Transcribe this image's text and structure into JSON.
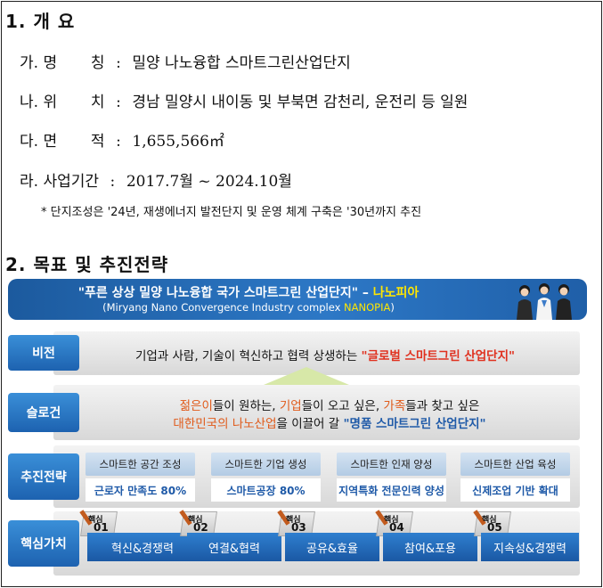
{
  "section1": {
    "heading": "1. 개 요",
    "items": [
      {
        "key": "가. 명       칭",
        "colon": ":",
        "value": "밀양 나노융합 스마트그린산업단지"
      },
      {
        "key": "나. 위       치",
        "colon": ":",
        "value": "경남 밀양시 내이동 및 부북면 감천리, 운전리 등 일원"
      },
      {
        "key": "다. 면       적",
        "colon": ":",
        "value": "1,655,566㎡"
      },
      {
        "key": "라. 사업기간",
        "colon": ":",
        "value": "2017.7월 ~ 2024.10월"
      }
    ],
    "note": "* 단지조성은 '24년, 재생에너지 발전단지 및 운영 체계 구축은 '30년까지 추진"
  },
  "section2": {
    "heading": "2. 목표 및 추진전략",
    "banner": {
      "line1_pre": "\"푸른 상상 밀양 나노융합 국가 스마트그린 산업단지\" – ",
      "line1_hl": "나노피아",
      "line2_pre": "(Miryang Nano Convergence Industry complex ",
      "line2_hl": "NANOPIA",
      "line2_post": ")"
    },
    "vision": {
      "label": "비전",
      "text_pre": "기업과 사람, 기술이 혁신하고 협력 상생하는 ",
      "text_hl": "\"글로벌 스마트그린 산업단지\""
    },
    "slogan": {
      "label": "슬로건",
      "line1": [
        {
          "t": "젊은이",
          "c": "org"
        },
        {
          "t": "들이 원하는, ",
          "c": ""
        },
        {
          "t": "기업",
          "c": "org"
        },
        {
          "t": "들이 오고 싶은, ",
          "c": ""
        },
        {
          "t": "가족",
          "c": "org"
        },
        {
          "t": "들과 찾고 싶은",
          "c": ""
        }
      ],
      "line2": [
        {
          "t": "대한민국의 나노산업",
          "c": "org"
        },
        {
          "t": "을 이끌어 갈 ",
          "c": ""
        },
        {
          "t": "\"명품 스마트그린 산업단지\"",
          "c": "blu"
        }
      ]
    },
    "strategy": {
      "label": "추진전략",
      "items": [
        {
          "top": "스마트한 공간 조성",
          "bottom": "근로자 만족도 80%"
        },
        {
          "top": "스마트한 기업 생성",
          "bottom": "스마트공장 80%"
        },
        {
          "top": "스마트한 인재 양성",
          "bottom": "지역특화 전문인력 양성"
        },
        {
          "top": "스마트한 산업 육성",
          "bottom": "신제조업 기반 확대"
        }
      ]
    },
    "core": {
      "label": "핵심가치",
      "items": [
        {
          "tag": "핵심",
          "num": "01",
          "value": "혁신&경쟁력"
        },
        {
          "tag": "핵심",
          "num": "02",
          "value": "연결&협력"
        },
        {
          "tag": "핵심",
          "num": "03",
          "value": "공유&효율"
        },
        {
          "tag": "핵심",
          "num": "04",
          "value": "참여&포용"
        },
        {
          "tag": "핵심",
          "num": "05",
          "value": "지속성&경쟁력"
        }
      ]
    }
  },
  "colors": {
    "primary": "#1f5aa8",
    "accent_red": "#e0301e",
    "accent_orange": "#e05a1a",
    "highlight_yellow": "#ffe600"
  }
}
